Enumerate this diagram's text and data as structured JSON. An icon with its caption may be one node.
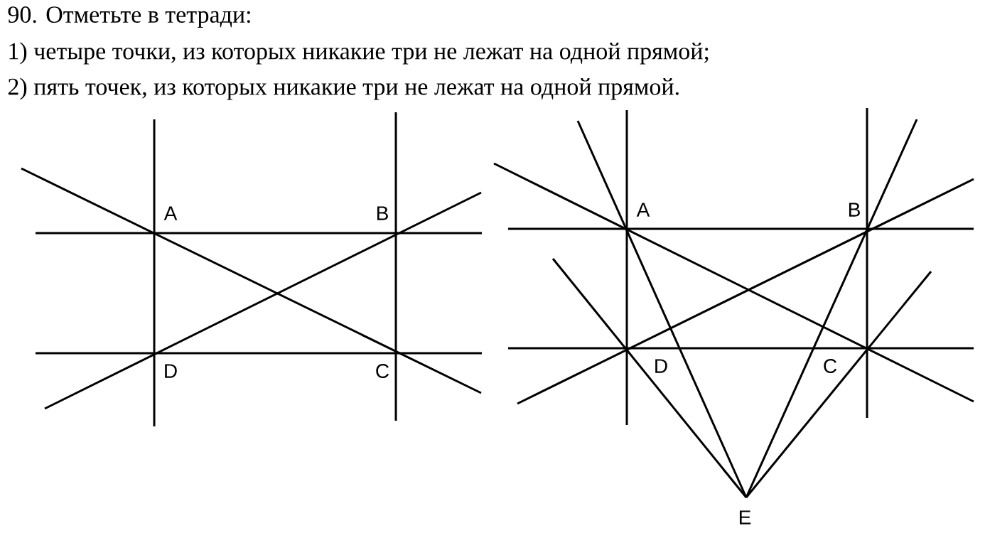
{
  "diagram": {
    "title": "90. Отметьте в тетради:",
    "labels": [
      "1) четыре точки, из которых никакие три не лежат на одной прямой;",
      "2) пять точек, из которых никакие три не лежат на одной прямой.",
      "A",
      "B",
      "C",
      "D",
      "A",
      "B",
      "C",
      "D",
      "E"
    ]
  }
}
